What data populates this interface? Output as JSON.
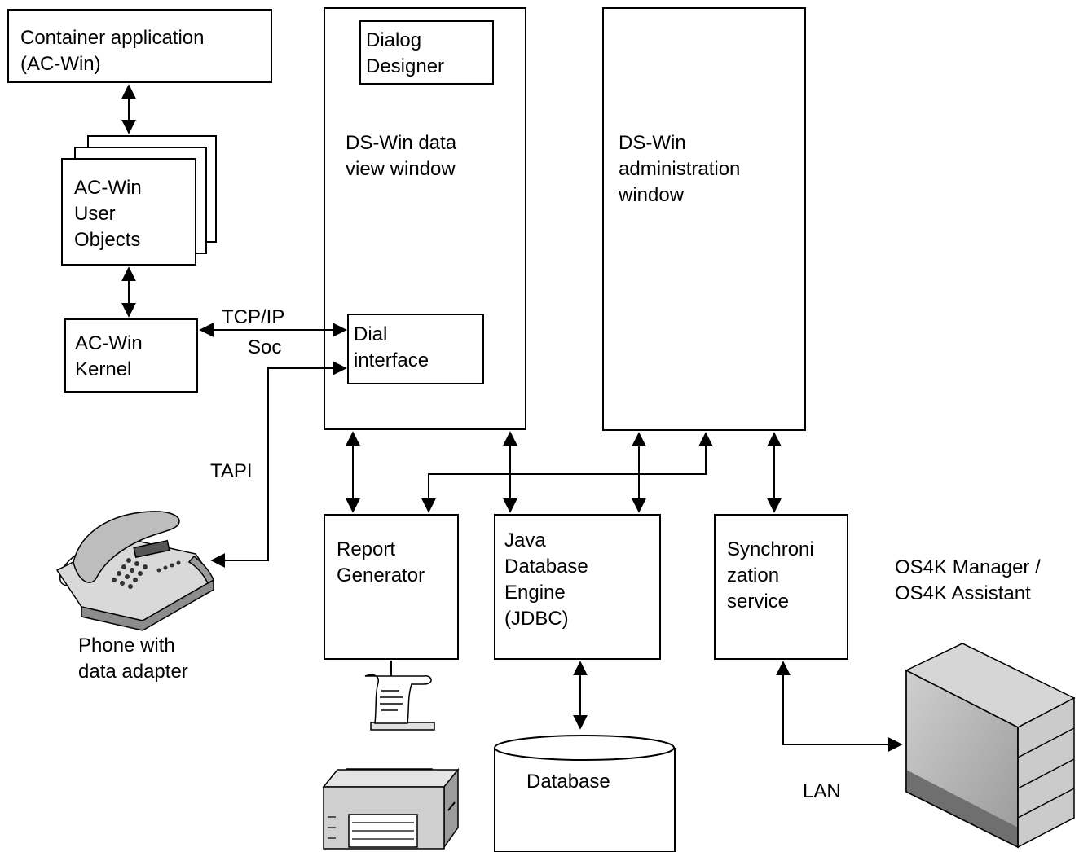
{
  "boxes": {
    "container_app": [
      "Container application",
      "(AC-Win)"
    ],
    "user_objects": [
      "AC-Win",
      "User",
      "Objects"
    ],
    "kernel": [
      "AC-Win",
      "Kernel"
    ],
    "dialog_designer": [
      "Dialog",
      "Designer"
    ],
    "data_view": [
      "DS-Win data",
      "view window"
    ],
    "dial_interface": [
      "Dial",
      "interface"
    ],
    "admin_window": [
      "DS-Win",
      "administration",
      "window"
    ],
    "report_generator": [
      "Report",
      "Generator"
    ],
    "jdbc": [
      "Java",
      "Database",
      "Engine",
      "(JDBC)"
    ],
    "sync_service": [
      "Synchroni",
      "zation",
      "service"
    ]
  },
  "labels": {
    "tcp_ip": "TCP/IP",
    "soc": "Soc",
    "tapi": "TAPI",
    "phone": [
      "Phone with",
      "data adapter"
    ],
    "database": "Database",
    "os4k": [
      "OS4K Manager /",
      "OS4K Assistant"
    ],
    "lan": "LAN"
  },
  "icons": [
    "phone-icon",
    "printer-icon",
    "server-icon",
    "database-cylinder"
  ]
}
